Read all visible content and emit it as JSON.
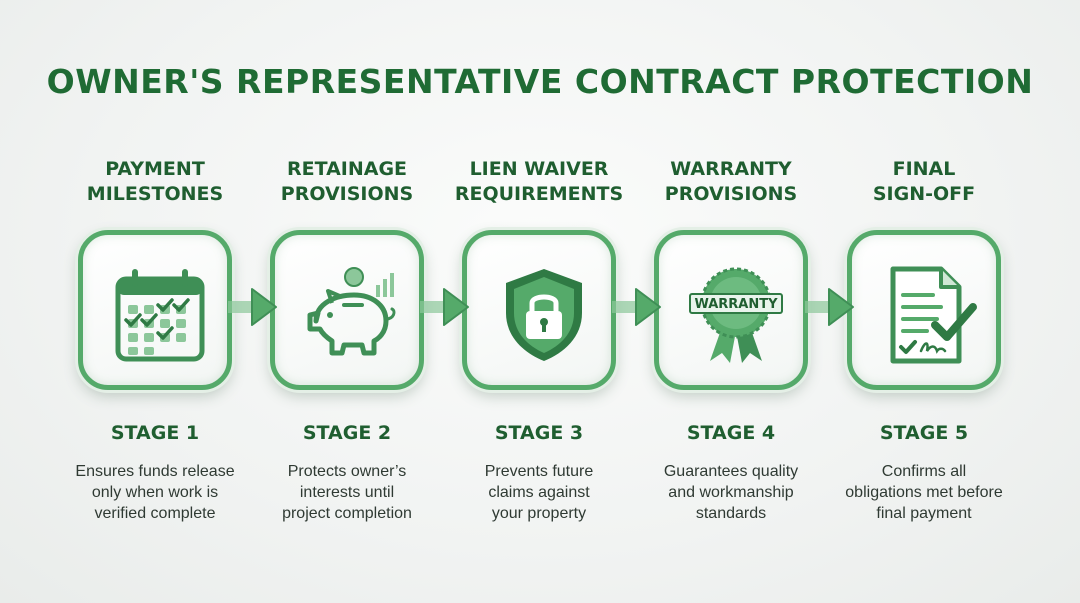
{
  "title": "OWNER'S REPRESENTATIVE CONTRACT PROTECTION",
  "colors": {
    "primary": "#1f6b34",
    "accent": "#55aa6a",
    "light": "#8cc79a"
  },
  "stages": [
    {
      "title_lines": [
        "PAYMENT",
        "MILESTONES"
      ],
      "icon": "calendar-checkmarks-icon",
      "label": "STAGE 1",
      "desc_lines": [
        "Ensures funds release",
        "only when work is",
        "verified complete"
      ]
    },
    {
      "title_lines": [
        "RETAINAGE",
        "PROVISIONS"
      ],
      "icon": "piggy-bank-icon",
      "label": "STAGE 2",
      "desc_lines": [
        "Protects owner’s",
        "interests until",
        "project completion"
      ]
    },
    {
      "title_lines": [
        "LIEN WAIVER",
        "REQUIREMENTS"
      ],
      "icon": "shield-lock-icon",
      "label": "STAGE 3",
      "desc_lines": [
        "Prevents future",
        "claims against",
        "your property"
      ]
    },
    {
      "title_lines": [
        "WARRANTY",
        "PROVISIONS"
      ],
      "icon": "warranty-badge-icon",
      "badge_text": "WARRANTY",
      "label": "STAGE 4",
      "desc_lines": [
        "Guarantees quality",
        "and workmanship",
        "standards"
      ]
    },
    {
      "title_lines": [
        "FINAL",
        "SIGN-OFF"
      ],
      "icon": "signed-document-icon",
      "label": "STAGE 5",
      "desc_lines": [
        "Confirms all",
        "obligations met before",
        "final payment"
      ]
    }
  ]
}
